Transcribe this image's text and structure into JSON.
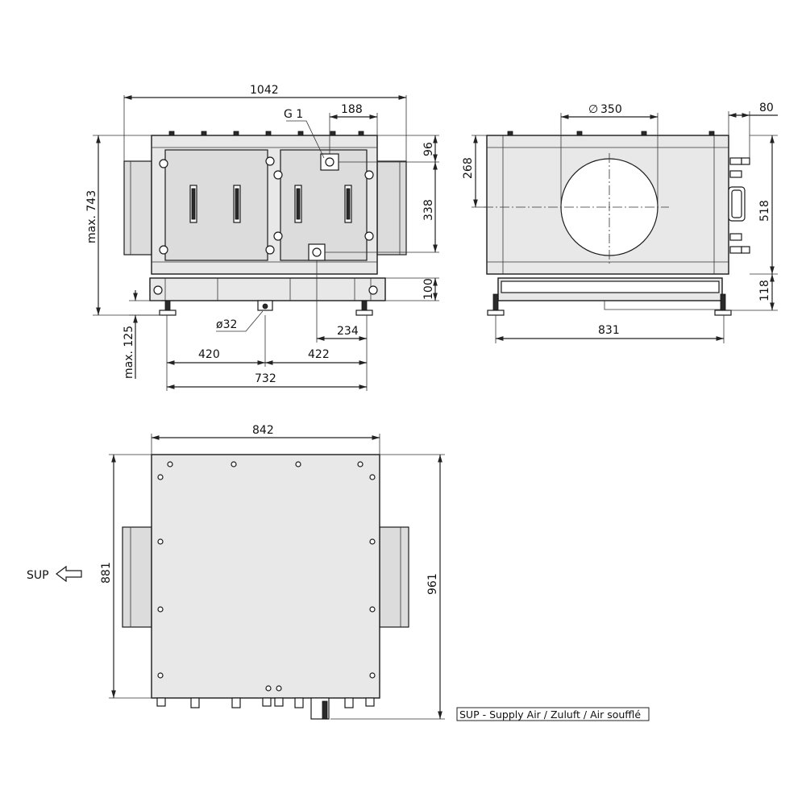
{
  "front_view": {
    "dim_width": "1042",
    "dim_g1_offset": "188",
    "label_g1": "G 1",
    "dim_top_96": "96",
    "dim_338": "338",
    "dim_100": "100",
    "dim_height_max": "max. 743",
    "dim_max125": "max. 125",
    "dim_d32": "ø32",
    "dim_234": "234",
    "dim_420": "420",
    "dim_422": "422",
    "dim_732": "732"
  },
  "side_view": {
    "dim_d350": "350",
    "dim_80": "80",
    "dim_268": "268",
    "dim_518": "518",
    "dim_118": "118",
    "dim_831": "831"
  },
  "top_view": {
    "dim_842": "842",
    "dim_881": "881",
    "dim_961": "961",
    "sup_label": "SUP"
  },
  "legend": {
    "text": "SUP - Supply Air /  Zuluft /  Air soufflé"
  }
}
